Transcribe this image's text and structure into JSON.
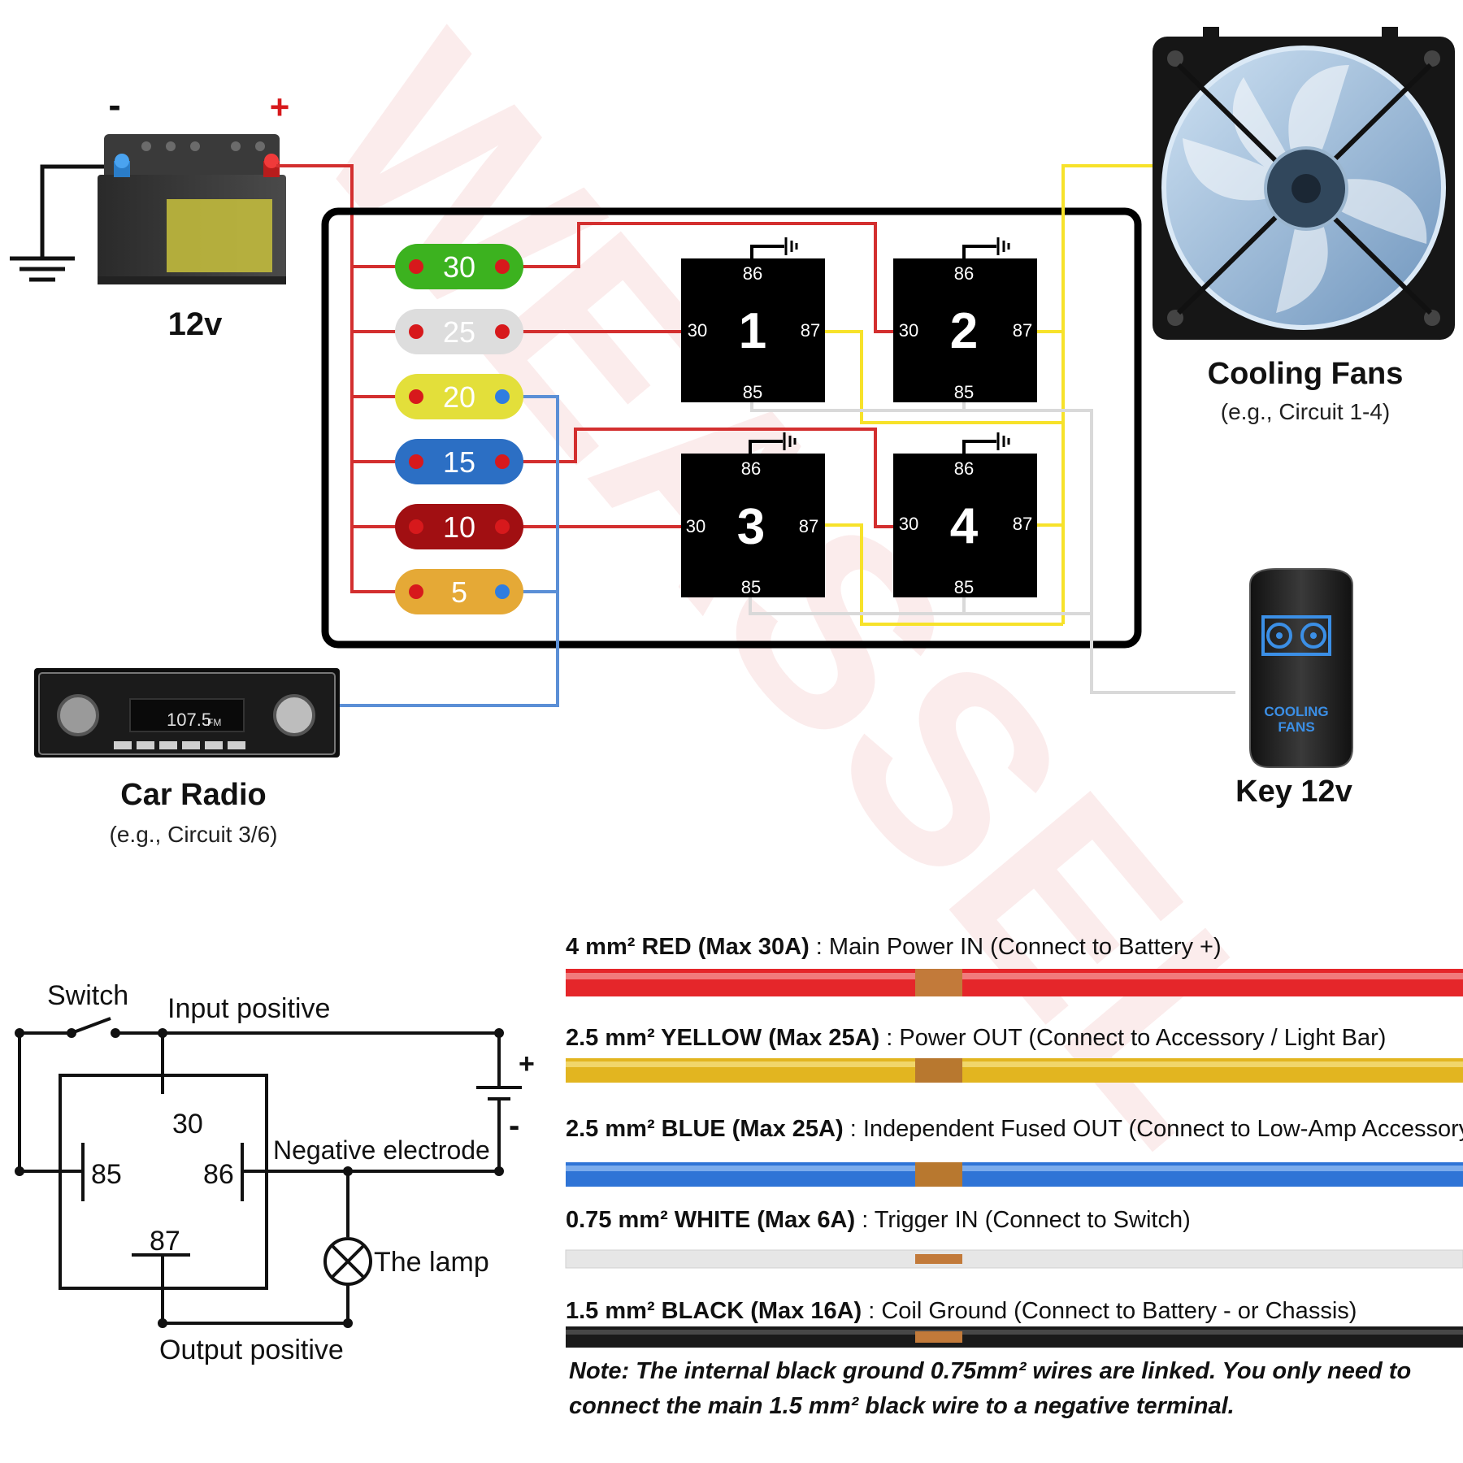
{
  "watermark": "WEASSEL",
  "battery": {
    "minus": "-",
    "plus": "+",
    "label": "12v"
  },
  "fuses": [
    {
      "value": "30",
      "color": "#3cb21f",
      "dot_left": "#d7191c",
      "dot_right": "#d7191c"
    },
    {
      "value": "25",
      "color": "#dddddd",
      "dot_left": "#d7191c",
      "dot_right": "#d7191c"
    },
    {
      "value": "20",
      "color": "#e3df3a",
      "dot_left": "#d7191c",
      "dot_right": "#2f7de0"
    },
    {
      "value": "15",
      "color": "#2c6fc4",
      "dot_left": "#d7191c",
      "dot_right": "#d7191c"
    },
    {
      "value": "10",
      "color": "#a10f12",
      "dot_left": "#d7191c",
      "dot_right": "#d7191c"
    },
    {
      "value": "5",
      "color": "#e5a936",
      "dot_left": "#d7191c",
      "dot_right": "#2f7de0"
    }
  ],
  "relays": [
    {
      "number": "1",
      "pin_top": "86",
      "pin_left": "30",
      "pin_right": "87",
      "pin_bottom": "85"
    },
    {
      "number": "2",
      "pin_top": "86",
      "pin_left": "30",
      "pin_right": "87",
      "pin_bottom": "85"
    },
    {
      "number": "3",
      "pin_top": "86",
      "pin_left": "30",
      "pin_right": "87",
      "pin_bottom": "85"
    },
    {
      "number": "4",
      "pin_top": "86",
      "pin_left": "30",
      "pin_right": "87",
      "pin_bottom": "85"
    }
  ],
  "fan": {
    "title": "Cooling Fans",
    "subtitle": "(e.g., Circuit 1-4)"
  },
  "switch_device": {
    "line1": "COOLING",
    "line2": "FANS",
    "label": "Key 12v"
  },
  "radio": {
    "display": "107.5",
    "display_unit": "FM",
    "title": "Car Radio",
    "subtitle": "(e.g., Circuit 3/6)"
  },
  "schematic": {
    "switch": "Switch",
    "input_positive": "Input positive",
    "plus": "+",
    "minus": "-",
    "pin30": "30",
    "pin85": "85",
    "pin86": "86",
    "pin87": "87",
    "negative_electrode": "Negative electrode",
    "lamp": "The lamp",
    "output_positive": "Output positive"
  },
  "wires": [
    {
      "gauge": "4 mm² RED (Max 30A)",
      "desc": " : Main Power IN (Connect to Battery +)",
      "color": "#e5262a",
      "light": "#f7a0a0"
    },
    {
      "gauge": "2.5 mm² YELLOW (Max 25A)",
      "desc": " : Power OUT (Connect to Accessory / Light Bar)",
      "color": "#e2b520",
      "light": "#f8e48a"
    },
    {
      "gauge": "2.5 mm² BLUE (Max 25A)",
      "desc": " : Independent Fused OUT (Connect to Low-Amp Accessory)",
      "color": "#2f74d6",
      "light": "#9cc4f5"
    },
    {
      "gauge": "0.75 mm²  WHITE (Max 6A)",
      "desc": " : Trigger IN (Connect to Switch)",
      "color": "#e6e6e6",
      "light": "#ffffff"
    },
    {
      "gauge": "1.5 mm²  BLACK (Max 16A)",
      "desc": " : Coil Ground (Connect to Battery - or Chassis)",
      "color": "#1a1a1a",
      "light": "#666666"
    }
  ],
  "note": {
    "line1": "Note: The internal black ground 0.75mm² wires are linked. You only need to",
    "line2": "connect the main 1.5 mm² black wire to a negative terminal."
  }
}
